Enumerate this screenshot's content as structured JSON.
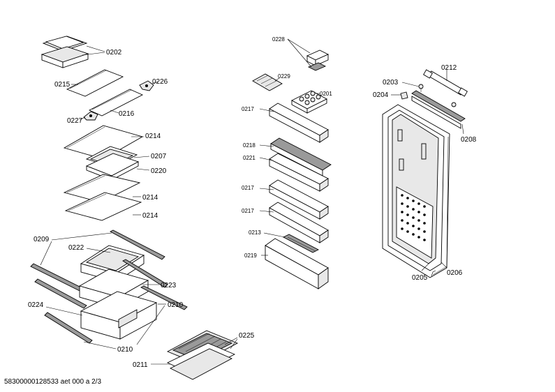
{
  "footer": {
    "doc_id": "58300000128533 aet 000 a 2/3"
  },
  "callouts": {
    "c0202": "0202",
    "c0215": "0215",
    "c0226": "0226",
    "c0216": "0216",
    "c0227": "0227",
    "c0214a": "0214",
    "c0207": "0207",
    "c0220": "0220",
    "c0214b": "0214",
    "c0214c": "0214",
    "c0209": "0209",
    "c0222": "0222",
    "c0223": "0223",
    "c0224": "0224",
    "c0210a": "0210",
    "c0210b": "0210",
    "c0211": "0211",
    "c0225": "0225",
    "c0228": "0228",
    "c0229": "0229",
    "c0201": "0201",
    "c0217a": "0217",
    "c0218": "0218",
    "c0221": "0221",
    "c0217b": "0217",
    "c0217c": "0217",
    "c0213": "0213",
    "c0219": "0219",
    "c0212": "0212",
    "c0203": "0203",
    "c0204": "0204",
    "c0208": "0208",
    "c0205": "0205",
    "c0206": "0206"
  }
}
